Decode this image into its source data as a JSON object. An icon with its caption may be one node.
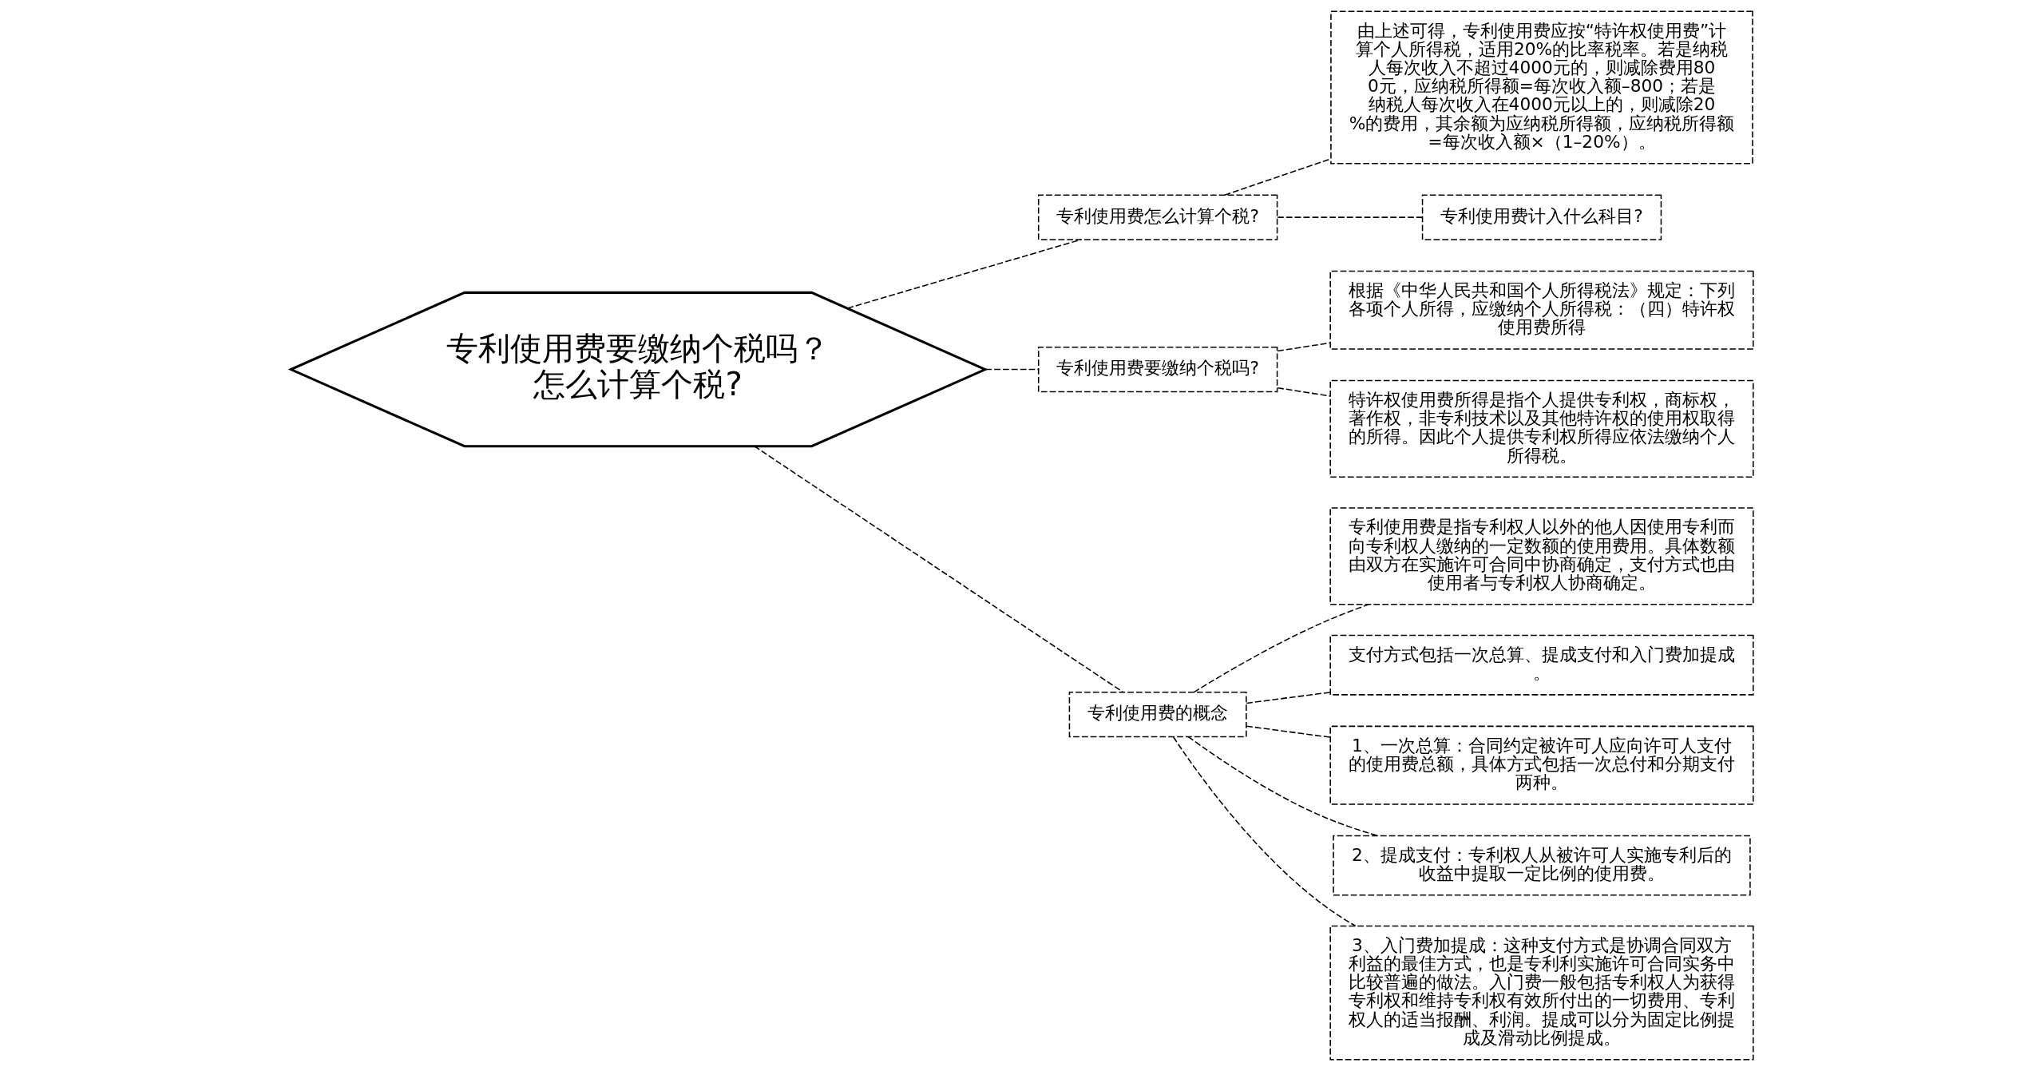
{
  "diagram": {
    "nodes": [
      {
        "text": [
          "专利使用费要缴纳个税吗？怎么计算个税?"
        ]
      },
      {
        "text": [
          "专利使用费怎么计算个税?"
        ]
      },
      {
        "text": [
          "由上述可得，专利使用费应按“特许权使用费”计算个人所得税，适用20%的比率税率。若是纳税人每次收入不超过4000元的，则减除费用800元，应纳税所得额=每次收入额–800；若是纳税人每次收入在4000元以上的，则减除20%的费用，其余额为应纳税所得额，应纳税所得额=每次收入额×（1–20%）。"
        ]
      },
      {
        "text": [
          "专利使用费计入什么科目?"
        ]
      },
      {
        "text": [
          "专利使用费要缴纳个税吗?"
        ]
      },
      {
        "text": [
          "根据《中华人民共和国个人所得税法》规定：下列各项个人所得，应缴纳个人所得税：（四）特许权使用费所得"
        ]
      },
      {
        "text": [
          "特许权使用费所得是指个人提供专利权，商标权，著作权，非专利技术以及其他特许权的使用权取得的所得。因此个人提供专利权所得应依法缴纳个人所得税。"
        ]
      },
      {
        "text": [
          "专利使用费的概念"
        ]
      },
      {
        "text": [
          "专利使用费是指专利权人以外的他人因使用专利而向专利权人缴纳的一定数额的使用费用。具体数额由双方在实施许可合同中协商确定，支付方式也由使用者与专利权人协商确定。"
        ]
      },
      {
        "text": [
          "支付方式包括一次总算、提成支付和入门费加提成。"
        ]
      },
      {
        "text": [
          "1、一次总算：合同约定被许可人应向许可人支付的使用费总额，具体方式包括一次总付和分期支付两种。"
        ]
      },
      {
        "text": [
          "2、提成支付：专利权人从被许可人实施专利后的收益中提取一定比例的使用费。"
        ]
      },
      {
        "text": [
          "3、入门费加提成：这种支付方式是协调合同双方利益的最佳方式，也是专利利实施许可合同实务中比较普遍的做法。入门费一般包括专利权人为获得专利权和维持专利权有效所付出的一切费用、专利权人的适当报酬、利润。提成可以分为固定比例提成及滑动比例提成。"
        ]
      }
    ],
    "edges": [
      {
        "from": 0,
        "to": 1,
        "arrow": "none",
        "style": "dashed"
      },
      {
        "from": 1,
        "to": 2,
        "arrow": "none",
        "style": "dashed"
      },
      {
        "from": 1,
        "to": 3,
        "arrow": "none",
        "style": "dashed"
      },
      {
        "from": 0,
        "to": 4,
        "arrow": "none",
        "style": "dashed"
      },
      {
        "from": 4,
        "to": 5,
        "arrow": "none",
        "style": "dashed"
      },
      {
        "from": 4,
        "to": 6,
        "arrow": "none",
        "style": "dashed"
      },
      {
        "from": 0,
        "to": 7,
        "arrow": "none",
        "style": "dashed"
      },
      {
        "from": 7,
        "to": 8,
        "arrow": "none",
        "style": "dashed"
      },
      {
        "from": 7,
        "to": 9,
        "arrow": "none",
        "style": "dashed"
      },
      {
        "from": 7,
        "to": 10,
        "arrow": "none",
        "style": "dashed"
      },
      {
        "from": 7,
        "to": 11,
        "arrow": "none",
        "style": "dashed"
      },
      {
        "from": 7,
        "to": 12,
        "arrow": "none",
        "style": "dashed"
      }
    ]
  }
}
